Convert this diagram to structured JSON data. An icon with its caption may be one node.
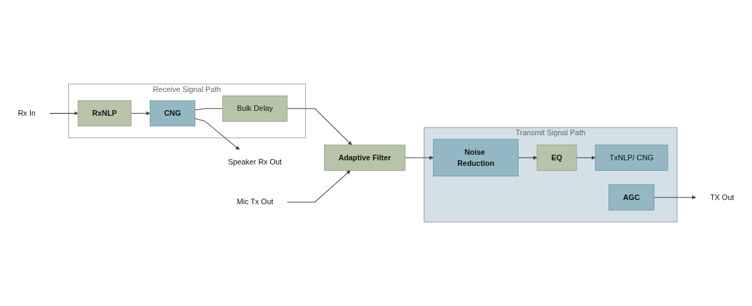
{
  "diagram": {
    "nodes": [
      {
        "text": [
          "Receive Signal Path"
        ]
      },
      {
        "text": [
          "Transmit Signal Path"
        ]
      },
      {
        "text": [
          "Rx In"
        ]
      },
      {
        "text": [
          "RxNLP"
        ],
        "in": 0
      },
      {
        "text": [
          "CNG"
        ],
        "in": 0
      },
      {
        "text": [
          "Bulk Delay"
        ],
        "in": 0
      },
      {
        "text": [
          "Speaker Rx Out"
        ]
      },
      {
        "text": [
          "Adaptive Filter"
        ]
      },
      {
        "text": [
          "Mic Tx Out"
        ]
      },
      {
        "text": [
          "Noise Reduction"
        ],
        "in": 1
      },
      {
        "text": [
          "EQ"
        ],
        "in": 1
      },
      {
        "text": [
          "TxNLP/ CNG"
        ],
        "in": 1
      },
      {
        "text": [
          "AGC"
        ],
        "in": 1
      },
      {
        "text": [
          "TX Out"
        ]
      }
    ],
    "edges": [
      {
        "from": 2,
        "to": 3,
        "arrow": "to"
      },
      {
        "from": 3,
        "to": 4,
        "arrow": "to"
      },
      {
        "from": 4,
        "to": 5,
        "arrow": "none"
      },
      {
        "from": 4,
        "to": 6,
        "arrow": "to"
      },
      {
        "from": 5,
        "to": 7,
        "arrow": "to"
      },
      {
        "from": 8,
        "to": 7,
        "arrow": "to"
      },
      {
        "from": 7,
        "to": 9,
        "arrow": "to"
      },
      {
        "from": 9,
        "to": 10,
        "arrow": "to"
      },
      {
        "from": 10,
        "to": 11,
        "arrow": "to"
      },
      {
        "from": 12,
        "to": 13,
        "arrow": "to"
      }
    ]
  }
}
